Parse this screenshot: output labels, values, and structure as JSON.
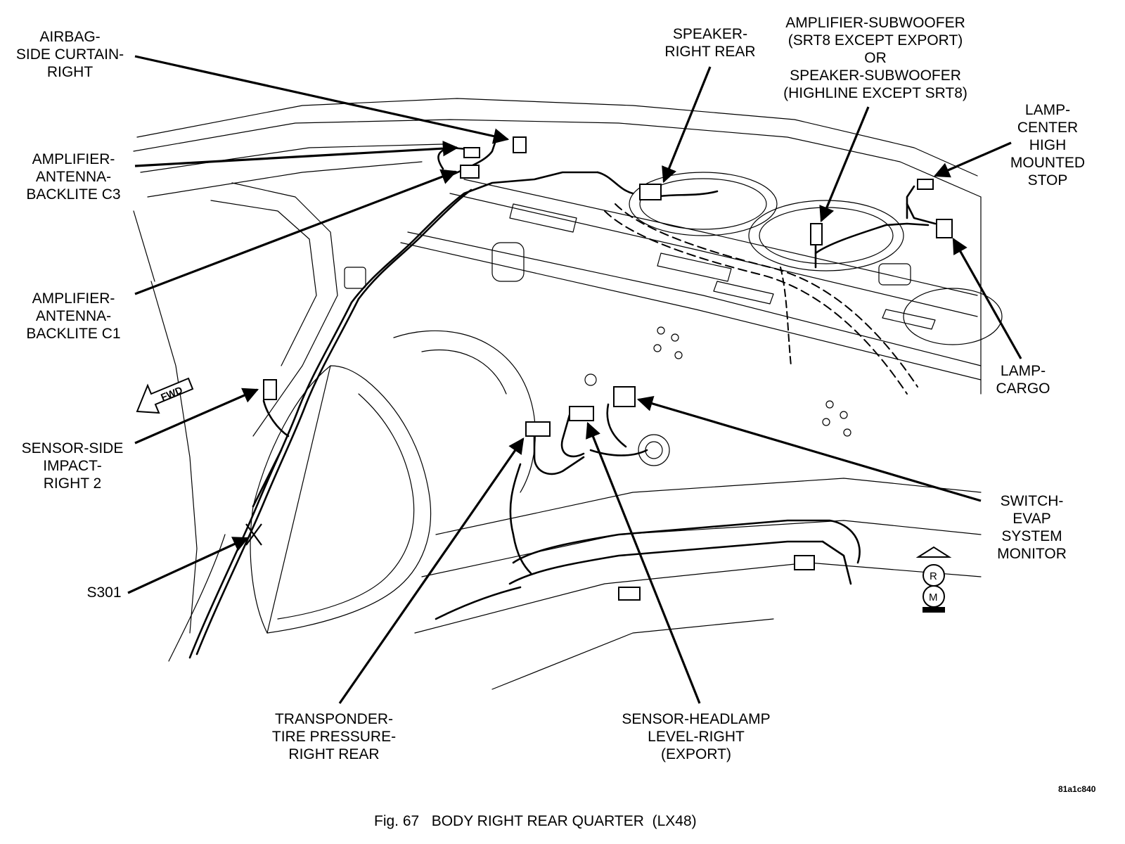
{
  "labels": {
    "airbag": "AIRBAG-\nSIDE CURTAIN-\nRIGHT",
    "amp_c3": "AMPLIFIER-\nANTENNA-\nBACKLITE C3",
    "amp_c1": "AMPLIFIER-\nANTENNA-\nBACKLITE C1",
    "sensor_side": "SENSOR-SIDE\nIMPACT-\nRIGHT 2",
    "s301": "S301",
    "speaker_rr": "SPEAKER-\nRIGHT REAR",
    "subwoofer": "AMPLIFIER-SUBWOOFER\n(SRT8 EXCEPT EXPORT)\nOR\nSPEAKER-SUBWOOFER\n(HIGHLINE EXCEPT SRT8)",
    "lamp_chms": "LAMP-\nCENTER\nHIGH\nMOUNTED\nSTOP",
    "lamp_cargo": "LAMP-\nCARGO",
    "switch_evap": "SWITCH-\nEVAP\nSYSTEM\nMONITOR",
    "transponder": "TRANSPONDER-\nTIRE PRESSURE-\nRIGHT REAR",
    "sensor_headlamp": "SENSOR-HEADLAMP\nLEVEL-RIGHT\n(EXPORT)"
  },
  "fwd": "FWD",
  "marker_r": "R",
  "marker_m": "M",
  "figure_code": "81a1c840",
  "caption": "Fig. 67   BODY RIGHT REAR QUARTER  (LX48)",
  "colors": {
    "line": "#000000",
    "background": "#ffffff"
  }
}
